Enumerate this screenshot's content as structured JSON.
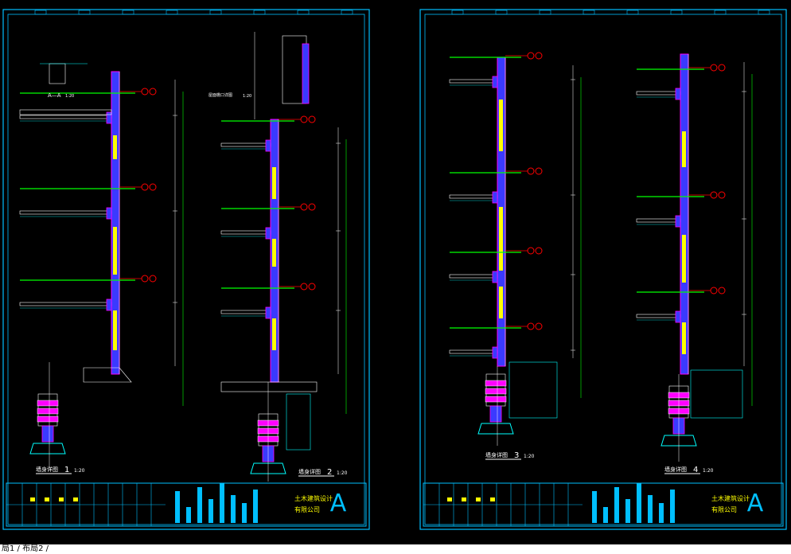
{
  "colors": {
    "frame": "#00bfff",
    "wall": "#3a3aff",
    "wall_edge": "#ff00ff",
    "green": "#00ff00",
    "red": "#ff0000",
    "yellow": "#ffff00",
    "white": "#ffffff",
    "magenta": "#ff00ff",
    "cyan": "#00ffff",
    "background": "#000000"
  },
  "sheets": [
    {
      "details": [
        {
          "label": "墙身详图",
          "number": "1",
          "scale": "1:20"
        },
        {
          "label": "墙身详图",
          "number": "2",
          "scale": "1:20"
        }
      ],
      "top_labels": [
        {
          "label": "A—A",
          "scale": "1:20"
        },
        {
          "label": "屋面檐口详图",
          "scale": "1:20"
        }
      ],
      "title_block": {
        "company_line1": "土木建筑设计",
        "company_line2": "有限公司"
      }
    },
    {
      "details": [
        {
          "label": "墙身详图",
          "number": "3",
          "scale": "1:20"
        },
        {
          "label": "墙身详图",
          "number": "4",
          "scale": "1:20"
        }
      ],
      "top_labels": [],
      "title_block": {
        "company_line1": "土木建筑设计",
        "company_line2": "有限公司"
      }
    }
  ],
  "statusbar": {
    "tabs_text": "局1 / 布局2 /"
  }
}
